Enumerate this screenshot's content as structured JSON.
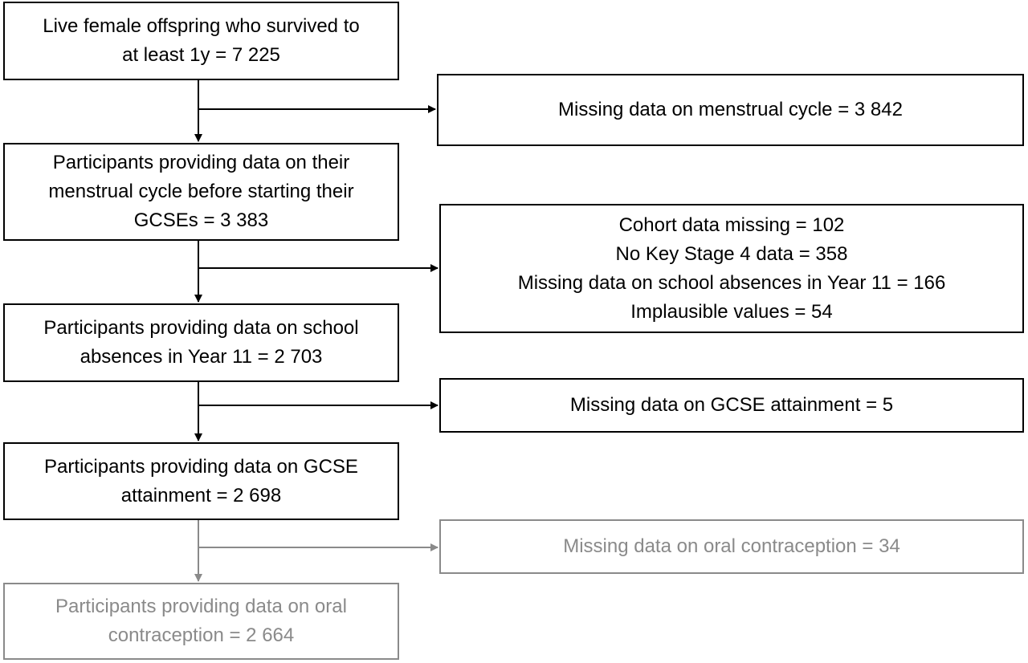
{
  "main_flow": [
    {
      "lines": [
        "Live female offspring who survived to",
        "at least 1y = 7 225"
      ]
    },
    {
      "lines": [
        "Participants providing data on their",
        "menstrual cycle before starting their",
        "GCSEs = 3 383"
      ]
    },
    {
      "lines": [
        "Participants providing data on school",
        "absences in Year 11 = 2 703"
      ]
    },
    {
      "lines": [
        "Participants providing data on GCSE",
        "attainment = 2 698"
      ]
    },
    {
      "lines": [
        "Participants providing data on oral",
        "contraception = 2 664"
      ]
    }
  ],
  "exclusions": [
    {
      "lines": [
        "Missing data on menstrual cycle = 3 842"
      ]
    },
    {
      "lines": [
        "Cohort data missing = 102",
        "No Key Stage 4 data = 358",
        "Missing data on school absences in Year 11 = 166",
        "Implausible values = 54"
      ]
    },
    {
      "lines": [
        "Missing data on GCSE attainment = 5"
      ]
    },
    {
      "lines": [
        "Missing data on oral contraception = 34"
      ]
    }
  ],
  "colors": {
    "primary": "#000000",
    "muted": "#8a8a8a",
    "background": "#ffffff"
  }
}
